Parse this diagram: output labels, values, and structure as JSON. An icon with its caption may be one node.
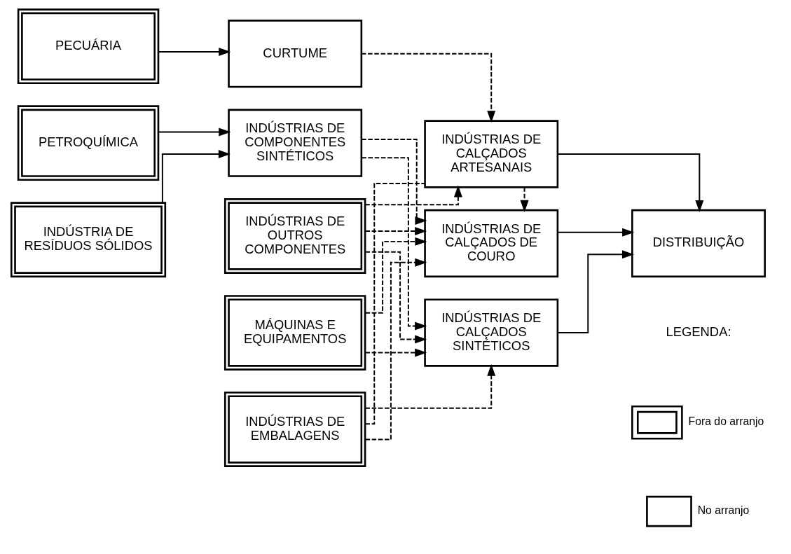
{
  "diagram": {
    "nodes": [
      {
        "text": [
          "PECUÁRIA"
        ]
      },
      {
        "text": [
          "PETROQUÍMICA"
        ]
      },
      {
        "text": [
          "INDÚSTRIA DE RESÍDUOS SÓLIDOS"
        ]
      },
      {
        "text": [
          "CURTUME"
        ]
      },
      {
        "text": [
          "INDÚSTRIAS DE COMPONENTES SINTÉTICOS"
        ]
      },
      {
        "text": [
          "INDÚSTRIAS DE OUTROS COMPONENTES"
        ]
      },
      {
        "text": [
          "MÁQUINAS E EQUIPAMENTOS"
        ]
      },
      {
        "text": [
          "INDÚSTRIAS DE EMBALAGENS"
        ]
      },
      {
        "text": [
          "INDÚSTRIAS DE CALÇADOS ARTESANAIS"
        ]
      },
      {
        "text": [
          "INDÚSTRIAS DE CALÇADOS DE COURO"
        ]
      },
      {
        "text": [
          "INDÚSTRIAS DE CALÇADOS SINTÉTICOS"
        ]
      },
      {
        "text": [
          "DISTRIBUIÇÃO"
        ]
      }
    ],
    "edges": [
      {
        "from": 0,
        "to": 3,
        "arrow": "to"
      },
      {
        "from": 1,
        "to": 4,
        "arrow": "to"
      },
      {
        "from": 2,
        "to": 4,
        "arrow": "to"
      },
      {
        "from": 3,
        "to": 8,
        "arrow": "to",
        "style": "dashed"
      },
      {
        "from": 8,
        "to": 9,
        "arrow": "to",
        "style": "dashed"
      },
      {
        "from": 4,
        "to": 9,
        "arrow": "to",
        "style": "dashed"
      },
      {
        "from": 4,
        "to": 10,
        "arrow": "to",
        "style": "dashed"
      },
      {
        "from": 5,
        "to": 8,
        "arrow": "to",
        "style": "dashed"
      },
      {
        "from": 5,
        "to": 9,
        "arrow": "to",
        "style": "dashed"
      },
      {
        "from": 5,
        "to": 10,
        "arrow": "to",
        "style": "dashed"
      },
      {
        "from": 6,
        "to": 9,
        "arrow": "to",
        "style": "dashed"
      },
      {
        "from": 6,
        "to": 10,
        "arrow": "to",
        "style": "dashed"
      },
      {
        "from": 7,
        "to": 8,
        "arrow": "none",
        "style": "dashed"
      },
      {
        "from": 7,
        "to": 9,
        "arrow": "to",
        "style": "dashed"
      },
      {
        "from": 7,
        "to": 10,
        "arrow": "to",
        "style": "dashed"
      },
      {
        "from": 8,
        "to": 11,
        "arrow": "to"
      },
      {
        "from": 9,
        "to": 11,
        "arrow": "to"
      },
      {
        "from": 10,
        "to": 11,
        "arrow": "to"
      }
    ],
    "labels": [
      "LEGENDA:"
    ],
    "legend": [
      {
        "text": "Fora do arranjo"
      },
      {
        "text": "No arranjo"
      }
    ]
  }
}
